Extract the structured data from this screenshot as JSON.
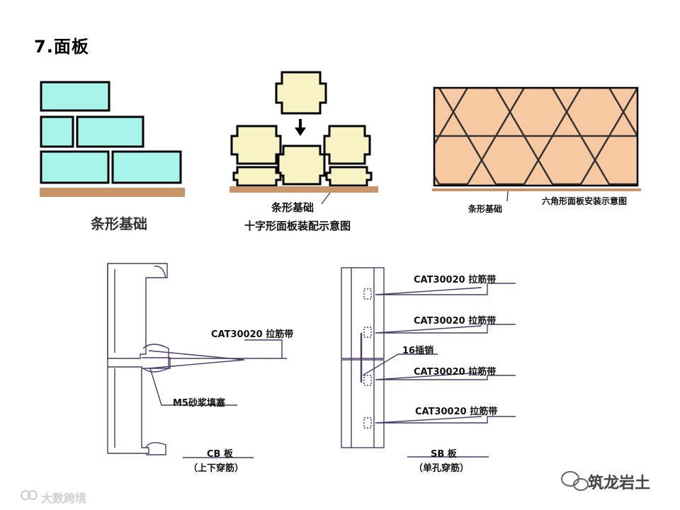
{
  "slide": {
    "title": "7.面板"
  },
  "fig1": {
    "caption": "条形基础"
  },
  "fig2": {
    "caption1": "条形基础",
    "caption2": "十字形面板装配示意图"
  },
  "fig3": {
    "caption1": "条形基础",
    "caption2": "六角形面板安装示意图"
  },
  "fig4": {
    "tie_label": "CAT30020 拉筋带",
    "mortar_label": "M5砂浆填塞",
    "panel_label": "CB 板",
    "panel_sub": "（上下穿筋）"
  },
  "fig5": {
    "tie_labels": [
      "CAT30020 拉筋带",
      "CAT30020 拉筋带",
      "CAT30020 拉筋带",
      "CAT30020 拉筋带"
    ],
    "pin_label": "16插销",
    "panel_label": "SB 板",
    "panel_sub": "（单孔穿筋）"
  },
  "watermarks": {
    "left": "大数跨境",
    "right": "筑龙岩土"
  },
  "colors": {
    "cyan_block": "#a8f4ea",
    "cream_block": "#f8f3c4",
    "hex_fill": "#f7c9a2",
    "base": "#c8956b",
    "line": "#4a3a6a"
  }
}
